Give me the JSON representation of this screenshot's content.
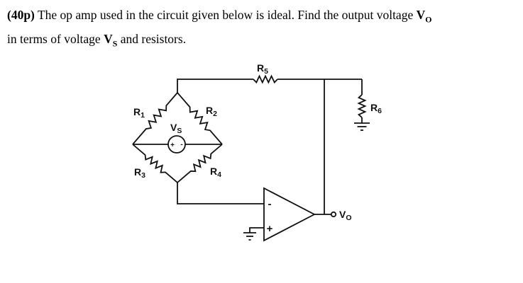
{
  "question": {
    "points": "(40p)",
    "line1": " The op amp used in the circuit given below is ideal. Find the output voltage ",
    "vo_base": "V",
    "vo_sub": "O",
    "line2_pre": "in terms of voltage ",
    "vs_base": "V",
    "vs_sub": "S",
    "line2_post": " and resistors."
  },
  "circuit": {
    "labels": {
      "r1": {
        "base": "R",
        "sub": "1"
      },
      "r2": {
        "base": "R",
        "sub": "2"
      },
      "r3": {
        "base": "R",
        "sub": "3"
      },
      "r4": {
        "base": "R",
        "sub": "4"
      },
      "r5": {
        "base": "R",
        "sub": "5"
      },
      "r6": {
        "base": "R",
        "sub": "6"
      },
      "vs": {
        "base": "V",
        "sub": "S"
      },
      "vo": {
        "base": "V",
        "sub": "O"
      }
    },
    "source": {
      "plus": "+",
      "minus": "-"
    },
    "opamp": {
      "inverting": "-",
      "noninverting": "+"
    },
    "colors": {
      "ink": "#111111",
      "background": "#ffffff"
    }
  }
}
